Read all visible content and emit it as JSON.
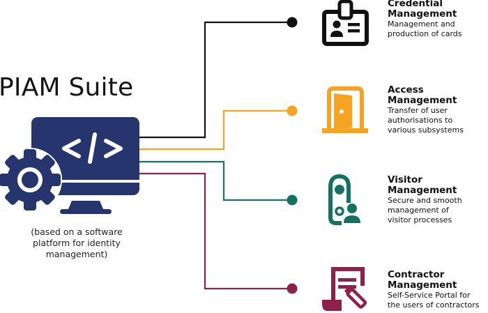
{
  "title": "PIAM Suite",
  "subtitle_lines": [
    "(based on a software",
    "platform for identity",
    "management)"
  ],
  "center_icon": "monitor-code-gear-icon",
  "colors": {
    "navy": "#27356e",
    "black": "#111111",
    "orange": "#f6a321",
    "teal": "#137262",
    "maroon": "#8e2049"
  },
  "modules": [
    {
      "id": "credential",
      "icon": "id-badge-icon",
      "color": "#111111",
      "heading_lines": [
        "Credential",
        "Management"
      ],
      "description_lines": [
        "Management and",
        "production of cards"
      ]
    },
    {
      "id": "access",
      "icon": "door-icon",
      "color": "#f6a321",
      "heading_lines": [
        "Access",
        "Management"
      ],
      "description_lines": [
        "Transfer of user",
        "authorisations to",
        "various subsystems"
      ]
    },
    {
      "id": "visitor",
      "icon": "visitor-badge-icon",
      "color": "#137262",
      "heading_lines": [
        "Visitor",
        "Management"
      ],
      "description_lines": [
        "Secure and smooth",
        "management of",
        "visitor processes"
      ]
    },
    {
      "id": "contractor",
      "icon": "document-pen-icon",
      "color": "#8e2049",
      "heading_lines": [
        "Contractor",
        "Management"
      ],
      "description_lines": [
        "Self-Service Portal for",
        "the users of contractors"
      ]
    }
  ]
}
